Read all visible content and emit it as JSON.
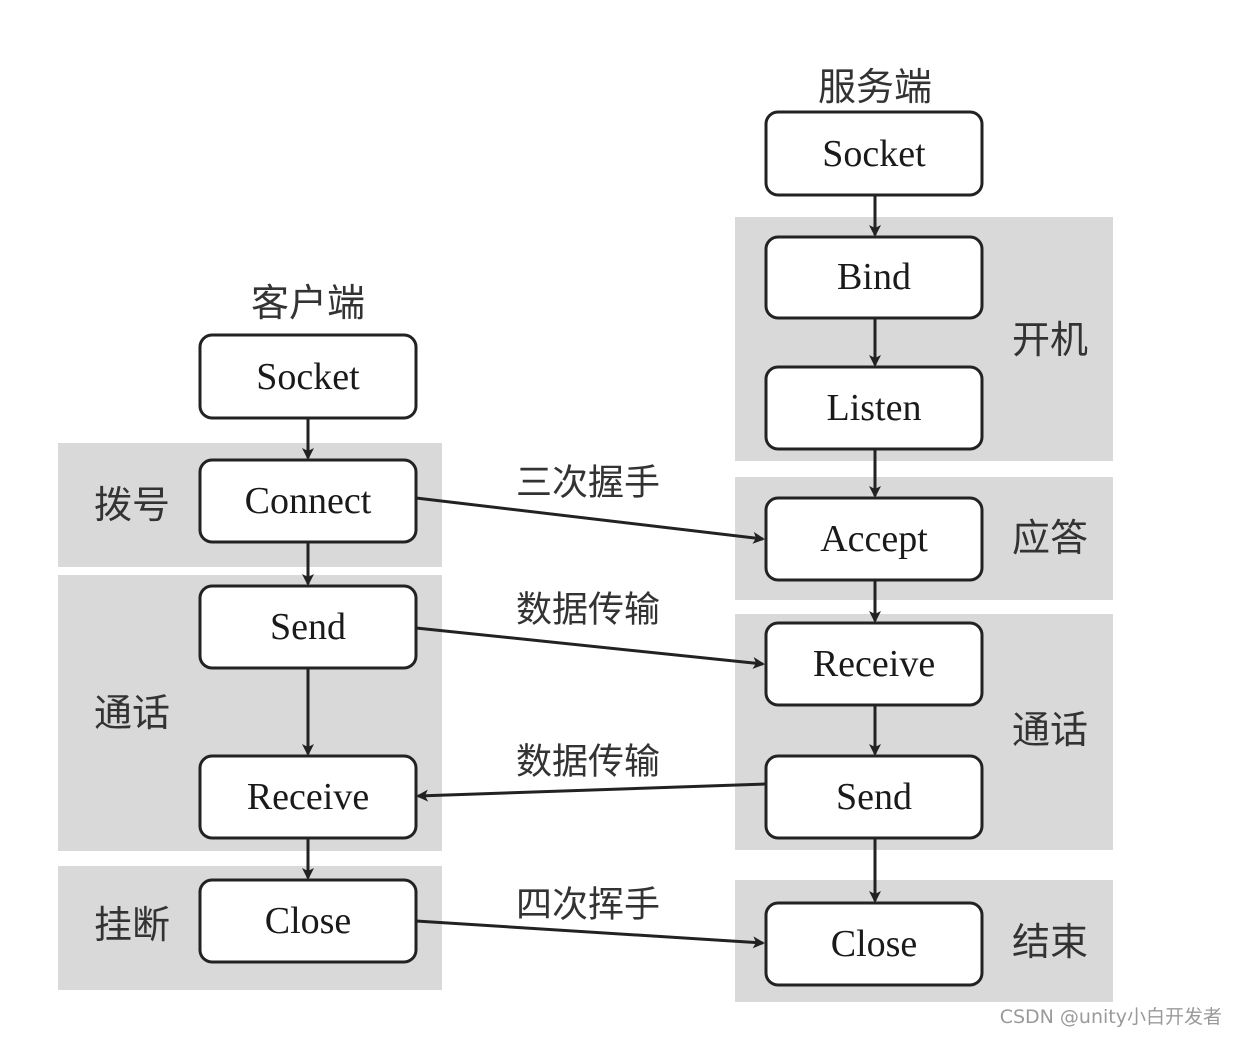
{
  "client": {
    "title": "客户端",
    "nodes": {
      "socket": "Socket",
      "connect": "Connect",
      "send": "Send",
      "receive": "Receive",
      "close": "Close"
    },
    "phases": {
      "dial": "拨号",
      "talk": "通话",
      "hangup": "挂断"
    }
  },
  "server": {
    "title": "服务端",
    "nodes": {
      "socket": "Socket",
      "bind": "Bind",
      "listen": "Listen",
      "accept": "Accept",
      "receive": "Receive",
      "send": "Send",
      "close": "Close"
    },
    "phases": {
      "startup": "开机",
      "answer": "应答",
      "talk": "通话",
      "end": "结束"
    }
  },
  "edges": {
    "handshake": "三次握手",
    "transfer_to_server": "数据传输",
    "transfer_to_client": "数据传输",
    "wave": "四次挥手"
  },
  "watermark": "CSDN @unity小白开发者"
}
